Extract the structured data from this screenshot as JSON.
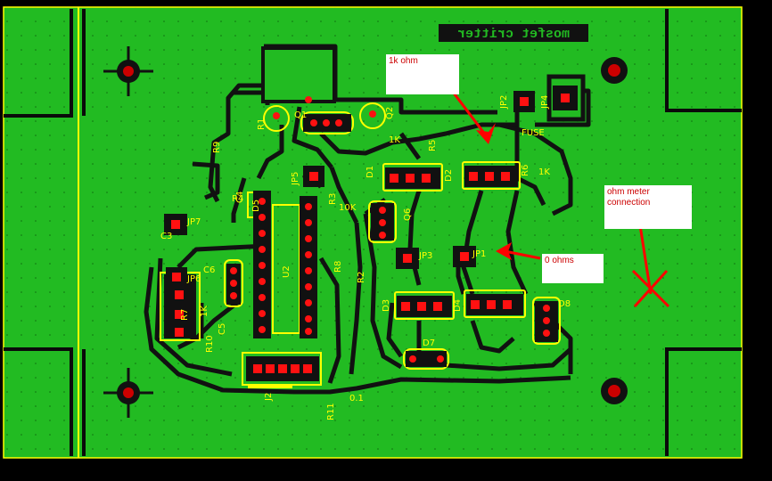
{
  "board": {
    "title": "mosfet critter",
    "colors": {
      "background": "#000000",
      "copper": "#22bb22",
      "trace": "#111111",
      "outline": "#ffff00",
      "pad": "#ff1111",
      "annotation": "#ff0000"
    }
  },
  "components": {
    "labels": [
      "R1",
      "Q1",
      "Q2",
      "R5",
      "1K",
      "D1",
      "D2",
      "R6",
      "1K",
      "JP2",
      "JP4",
      "FUSE",
      "JP5",
      "R3",
      "10K",
      "R4",
      "D5",
      "U2",
      "JP7",
      "C3",
      "Q6",
      "JP3",
      "JP1",
      "C6",
      "JP6",
      "R7",
      "R10",
      "1K",
      "R2",
      "D3",
      "D4",
      "D8",
      "D7",
      "C5",
      "C4",
      "J2",
      "R11",
      "0.1",
      "R8",
      "R9"
    ]
  },
  "annotations": {
    "one_k_ohm": "1k ohm",
    "ohm_meter_connection": "ohm meter connection",
    "zero_ohms": "0 ohms"
  }
}
